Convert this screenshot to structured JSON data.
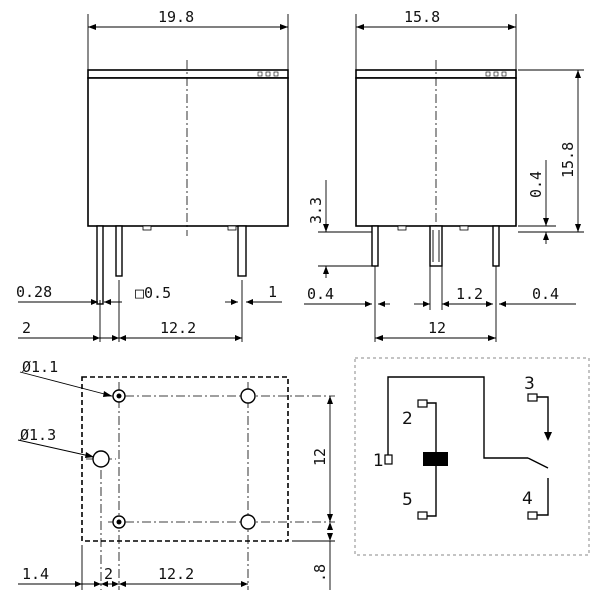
{
  "dimensions": {
    "front_width": "19.8",
    "side_width": "15.8",
    "height": "15.8",
    "standoff": "0.4",
    "pin_length": "3.3",
    "pin_thickness": "0.28",
    "pin_square": "□0.5",
    "pin_width_small": "1",
    "side_pin_offset_left": "0.4",
    "side_pin_gap": "1.2",
    "side_pin_offset_right": "0.4",
    "side_pin_span": "12",
    "front_pin_offset": "2",
    "front_pin_span": "12.2",
    "hole_small": "Ø1.1",
    "hole_large": "Ø1.3",
    "pcb_row_span": "12",
    "pcb_left_margin": "1.4",
    "pcb_col_offset": "2",
    "pcb_col_span": "12.2",
    "pcb_bottom_margin": ".8"
  },
  "schematic": {
    "pin_numbers": [
      "1",
      "2",
      "3",
      "4",
      "5"
    ]
  }
}
